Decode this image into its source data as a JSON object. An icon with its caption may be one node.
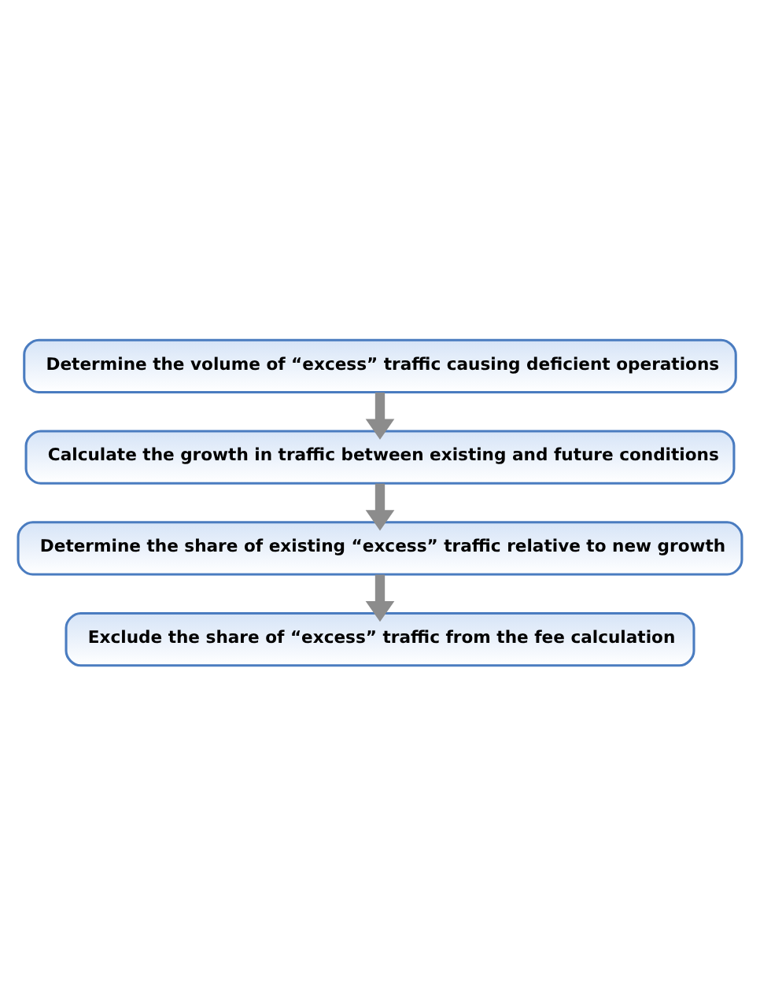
{
  "diagram": {
    "nodes": [
      {
        "text": [
          "Determine the volume of “excess” traffic causing deficient operations"
        ]
      },
      {
        "text": [
          "Calculate the growth in traffic between existing and future conditions"
        ]
      },
      {
        "text": [
          "Determine the share of existing “excess” traffic relative to new growth"
        ]
      },
      {
        "text": [
          "Exclude the share of “excess” traffic from the fee calculation"
        ]
      }
    ],
    "edges": [
      {
        "from": 0,
        "to": 1,
        "arrow": "to"
      },
      {
        "from": 1,
        "to": 2,
        "arrow": "to"
      },
      {
        "from": 2,
        "to": 3,
        "arrow": "to"
      }
    ]
  }
}
